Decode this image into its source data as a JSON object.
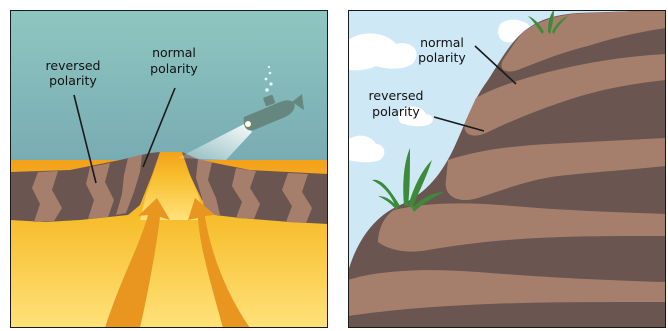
{
  "figure": {
    "colors": {
      "sea_top": "#8fc6c0",
      "sea_bottom": "#5f8fa5",
      "crust_dark": "#6a5550",
      "crust_light": "#a57f6c",
      "magma_top": "#f3a11b",
      "magma_bottom": "#ffe27a",
      "arrow": "#e8961f",
      "sky": "#cfe8f5",
      "cloud": "#ffffff",
      "submarine": "#66877f",
      "plant": "#3d8b3a",
      "outline": "#1a1a1a"
    },
    "left_panel": {
      "label_reversed": [
        "reversed",
        "polarity"
      ],
      "label_normal": [
        "normal",
        "polarity"
      ],
      "icons": [
        "submarine-icon",
        "searchlight-beam",
        "bubbles-icon",
        "upwelling-arrow-icon"
      ]
    },
    "right_panel": {
      "label_normal": [
        "normal",
        "polarity"
      ],
      "label_reversed": [
        "reversed",
        "polarity"
      ],
      "icons": [
        "cloud-icon",
        "plant-icon"
      ]
    }
  }
}
